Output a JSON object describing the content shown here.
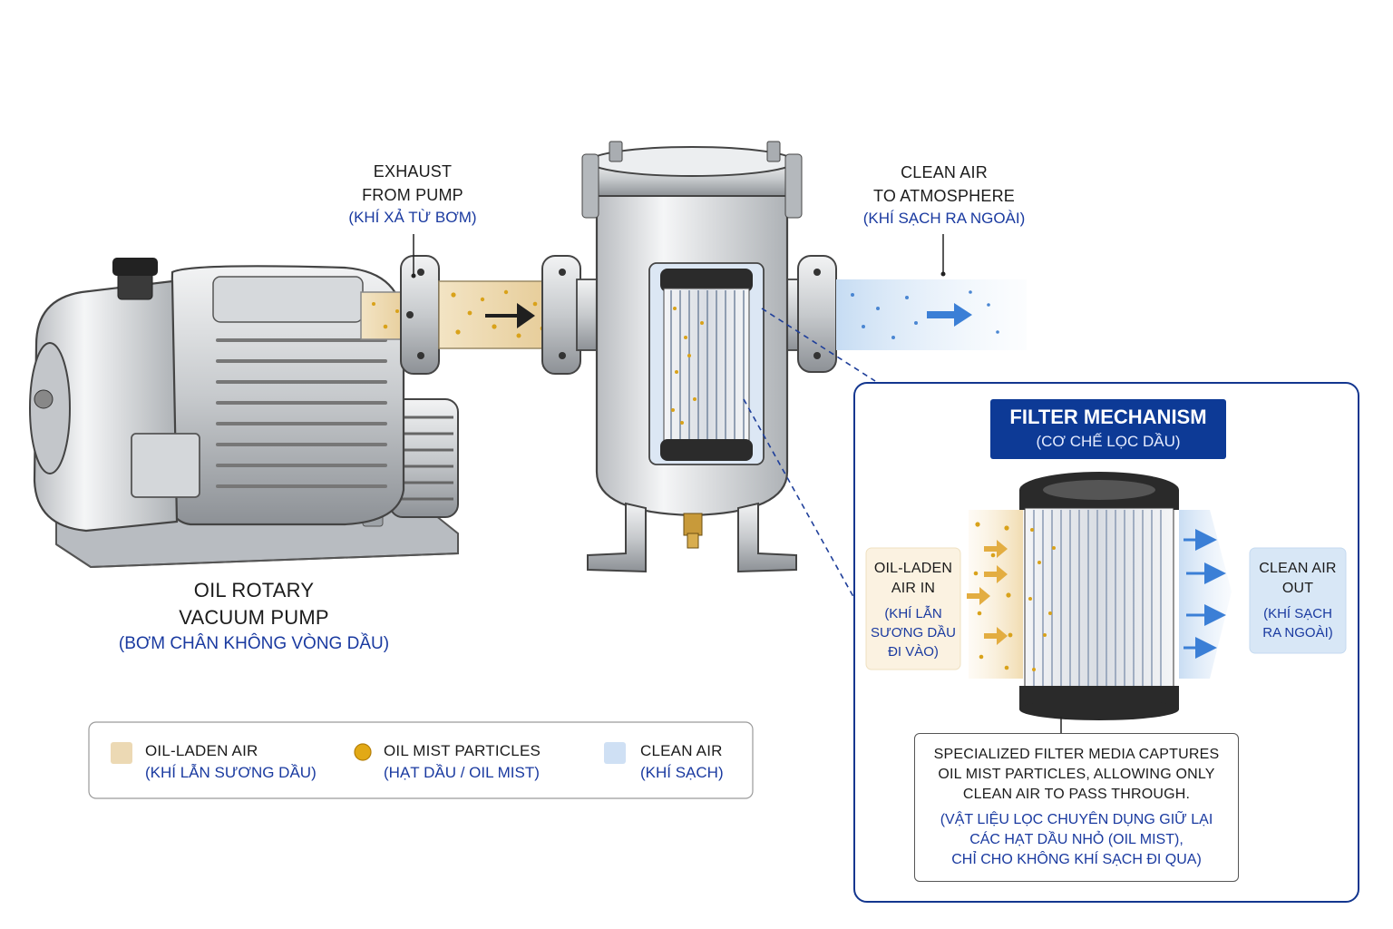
{
  "exhaust": {
    "en": [
      "EXHAUST",
      "FROM PUMP"
    ],
    "vi": "(KHÍ XẢ TỪ BƠM)"
  },
  "clean_out": {
    "en": [
      "CLEAN AIR",
      "TO ATMOSPHERE"
    ],
    "vi": "(KHÍ SẠCH RA NGOÀI)"
  },
  "pump": {
    "en": [
      "OIL ROTARY",
      "VACUUM PUMP"
    ],
    "vi": "(BƠM CHÂN KHÔNG VÒNG DẦU)"
  },
  "mechanism": {
    "title": "FILTER MECHANISM",
    "subtitle": "(CƠ CHẾ LỌC DẦU)",
    "in": {
      "en": [
        "OIL-LADEN",
        "AIR IN"
      ],
      "vi": [
        "(KHÍ LẪN",
        "SƯƠNG DẦU",
        "ĐI VÀO)"
      ]
    },
    "out": {
      "en": [
        "CLEAN AIR",
        "OUT"
      ],
      "vi": [
        "(KHÍ SẠCH",
        "RA NGOÀI)"
      ]
    },
    "description": {
      "en": [
        "SPECIALIZED FILTER MEDIA CAPTURES",
        "OIL MIST PARTICLES, ALLOWING ONLY",
        "CLEAN AIR TO PASS THROUGH."
      ],
      "vi": [
        "(VẬT LIỆU LỌC CHUYÊN DỤNG GIỮ LẠI",
        "CÁC HẠT DẦU NHỎ (OIL MIST),",
        "CHỈ CHO KHÔNG KHÍ SẠCH ĐI QUA)"
      ]
    }
  },
  "legend": [
    {
      "en": "OIL-LADEN AIR",
      "vi": "(KHÍ LẪN SƯƠNG DẦU)",
      "swatch": "square",
      "color": "#ecd9b4"
    },
    {
      "en": "OIL MIST PARTICLES",
      "vi": "(HẠT DẦU / OIL MIST)",
      "swatch": "dot",
      "color": "#e2a915"
    },
    {
      "en": "CLEAN AIR",
      "vi": "(KHÍ SẠCH)",
      "swatch": "square",
      "color": "#cfe0f4"
    }
  ],
  "colors": {
    "oil_air": "#ecd9b4",
    "oil_mist": "#e2a915",
    "clean_air": "#cfe0f4",
    "accent_blue": "#0d3a96",
    "label_blue": "#1a3aa0",
    "metal": "#c9ccd0"
  },
  "icons": [
    "vacuum-pump-illustration",
    "filter-housing-illustration",
    "filter-cartridge-illustration",
    "flow-arrow-icon"
  ]
}
